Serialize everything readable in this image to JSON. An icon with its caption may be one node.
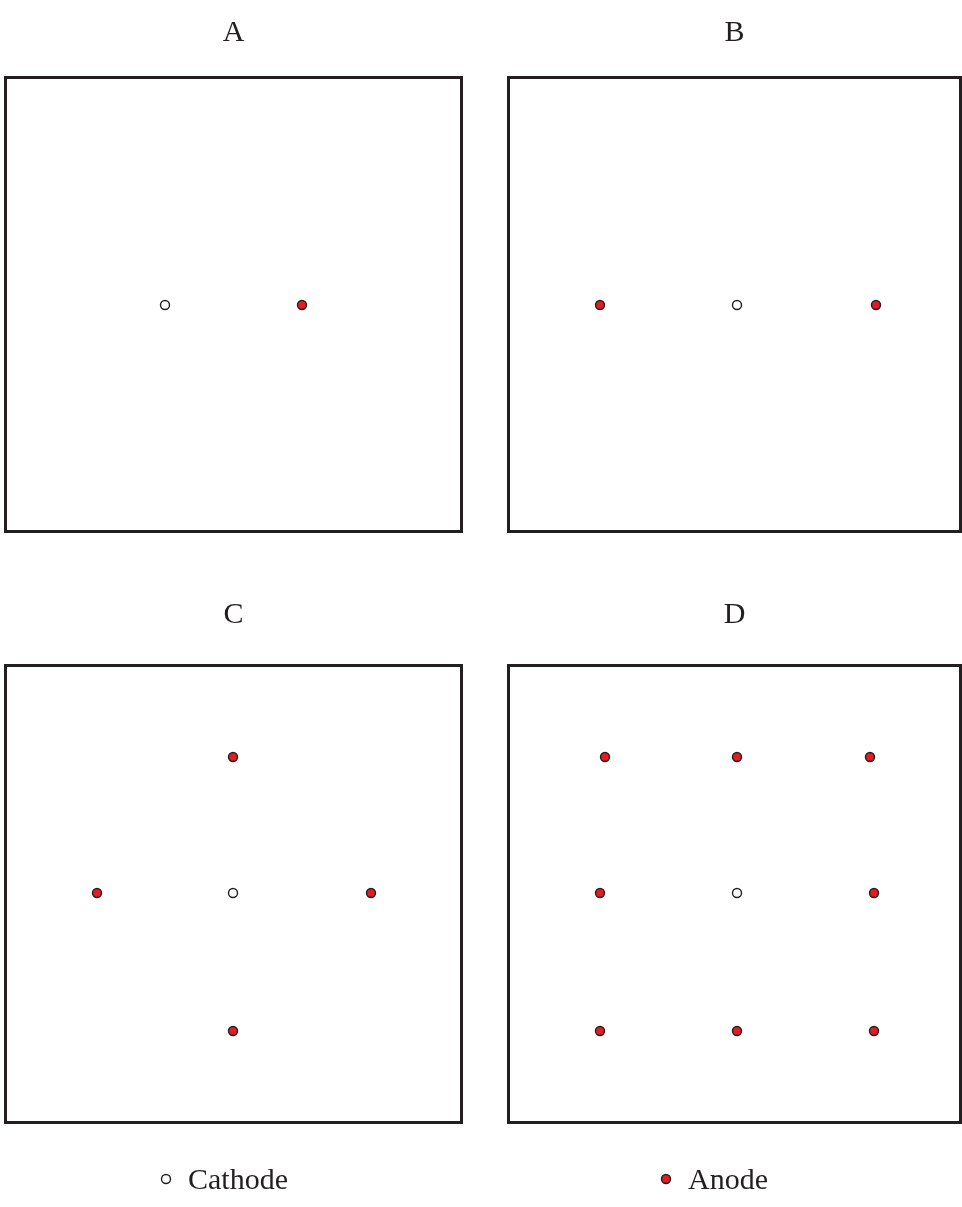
{
  "diagram": {
    "nodes": [
      {
        "text": [
          "A"
        ]
      },
      {
        "text": [
          "B"
        ]
      },
      {
        "text": [
          "C"
        ]
      },
      {
        "text": [
          "D"
        ]
      }
    ],
    "legend": [
      {
        "text": "Cathode"
      },
      {
        "text": "Anode",
        "color": "#e31b23"
      }
    ]
  }
}
